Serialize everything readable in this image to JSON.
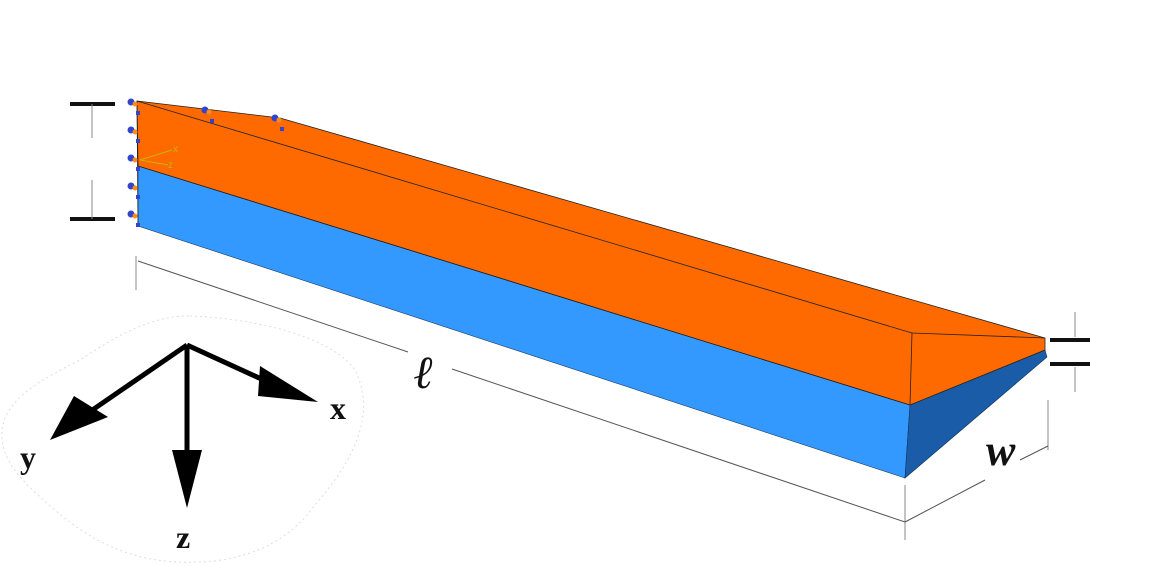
{
  "labels": {
    "length": "ℓ",
    "width": "w",
    "axis_x": "x",
    "axis_y": "y",
    "axis_z": "z",
    "local_x": "x",
    "local_z": "z"
  },
  "colors": {
    "top_face": "#ff6a00",
    "side_face": "#3399ff",
    "end_face": "#1a5ca8",
    "edge": "#222222",
    "boundary_marker": "#3344cc",
    "boundary_accent": "#ff8c1a",
    "triad_outline": "#cccccc"
  }
}
